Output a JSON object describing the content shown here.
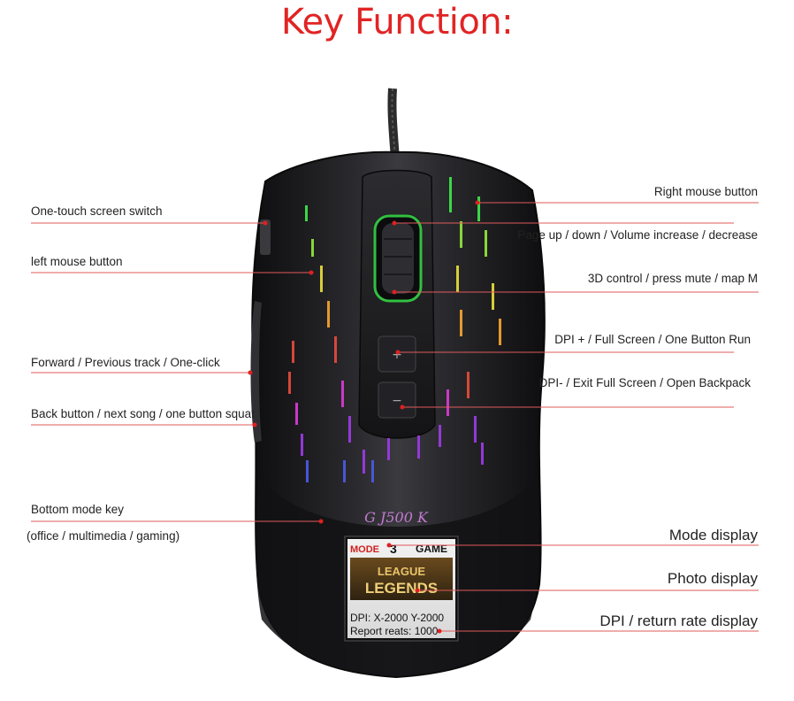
{
  "title": "Key Function:",
  "colors": {
    "title": "#e12424",
    "leader_line": "#e05a5a",
    "mouse_body": "#1c1c1e"
  },
  "left_labels": [
    {
      "id": "one-touch-screen-switch",
      "text": "One-touch screen switch"
    },
    {
      "id": "left-mouse-button",
      "text": "left mouse button"
    },
    {
      "id": "forward-previous-track",
      "text": "Forward / Previous track / One-click"
    },
    {
      "id": "back-button-next-song",
      "text": "Back button / next song / one button squat"
    },
    {
      "id": "bottom-mode-key",
      "text": "Bottom mode key"
    },
    {
      "id": "bottom-mode-key-sub",
      "text": "(office / multimedia / gaming)"
    }
  ],
  "right_labels": [
    {
      "id": "right-mouse-button",
      "text": "Right mouse button"
    },
    {
      "id": "page-up-down-volume",
      "text": "Page up / down / Volume increase / decrease"
    },
    {
      "id": "3d-control",
      "text": "3D control / press mute / map M"
    },
    {
      "id": "dpi-plus",
      "text": "DPI + / Full Screen / One Button Run"
    },
    {
      "id": "dpi-minus",
      "text": "DPI- / Exit Full Screen / Open Backpack"
    },
    {
      "id": "mode-display",
      "text": "Mode display"
    },
    {
      "id": "photo-display",
      "text": "Photo display"
    },
    {
      "id": "dpi-return-rate-display",
      "text": "DPI / return rate display"
    }
  ],
  "mouse": {
    "logo": "G J500 K",
    "screen": {
      "mode_label": "MODE",
      "mode_number": "3",
      "mode_name": "GAME",
      "game_line1": "LEAGUE",
      "game_line2": "LEGENDS",
      "dpi_line": "DPI: X-2000  Y-2000",
      "report_line": "Report reats:  1000"
    }
  }
}
